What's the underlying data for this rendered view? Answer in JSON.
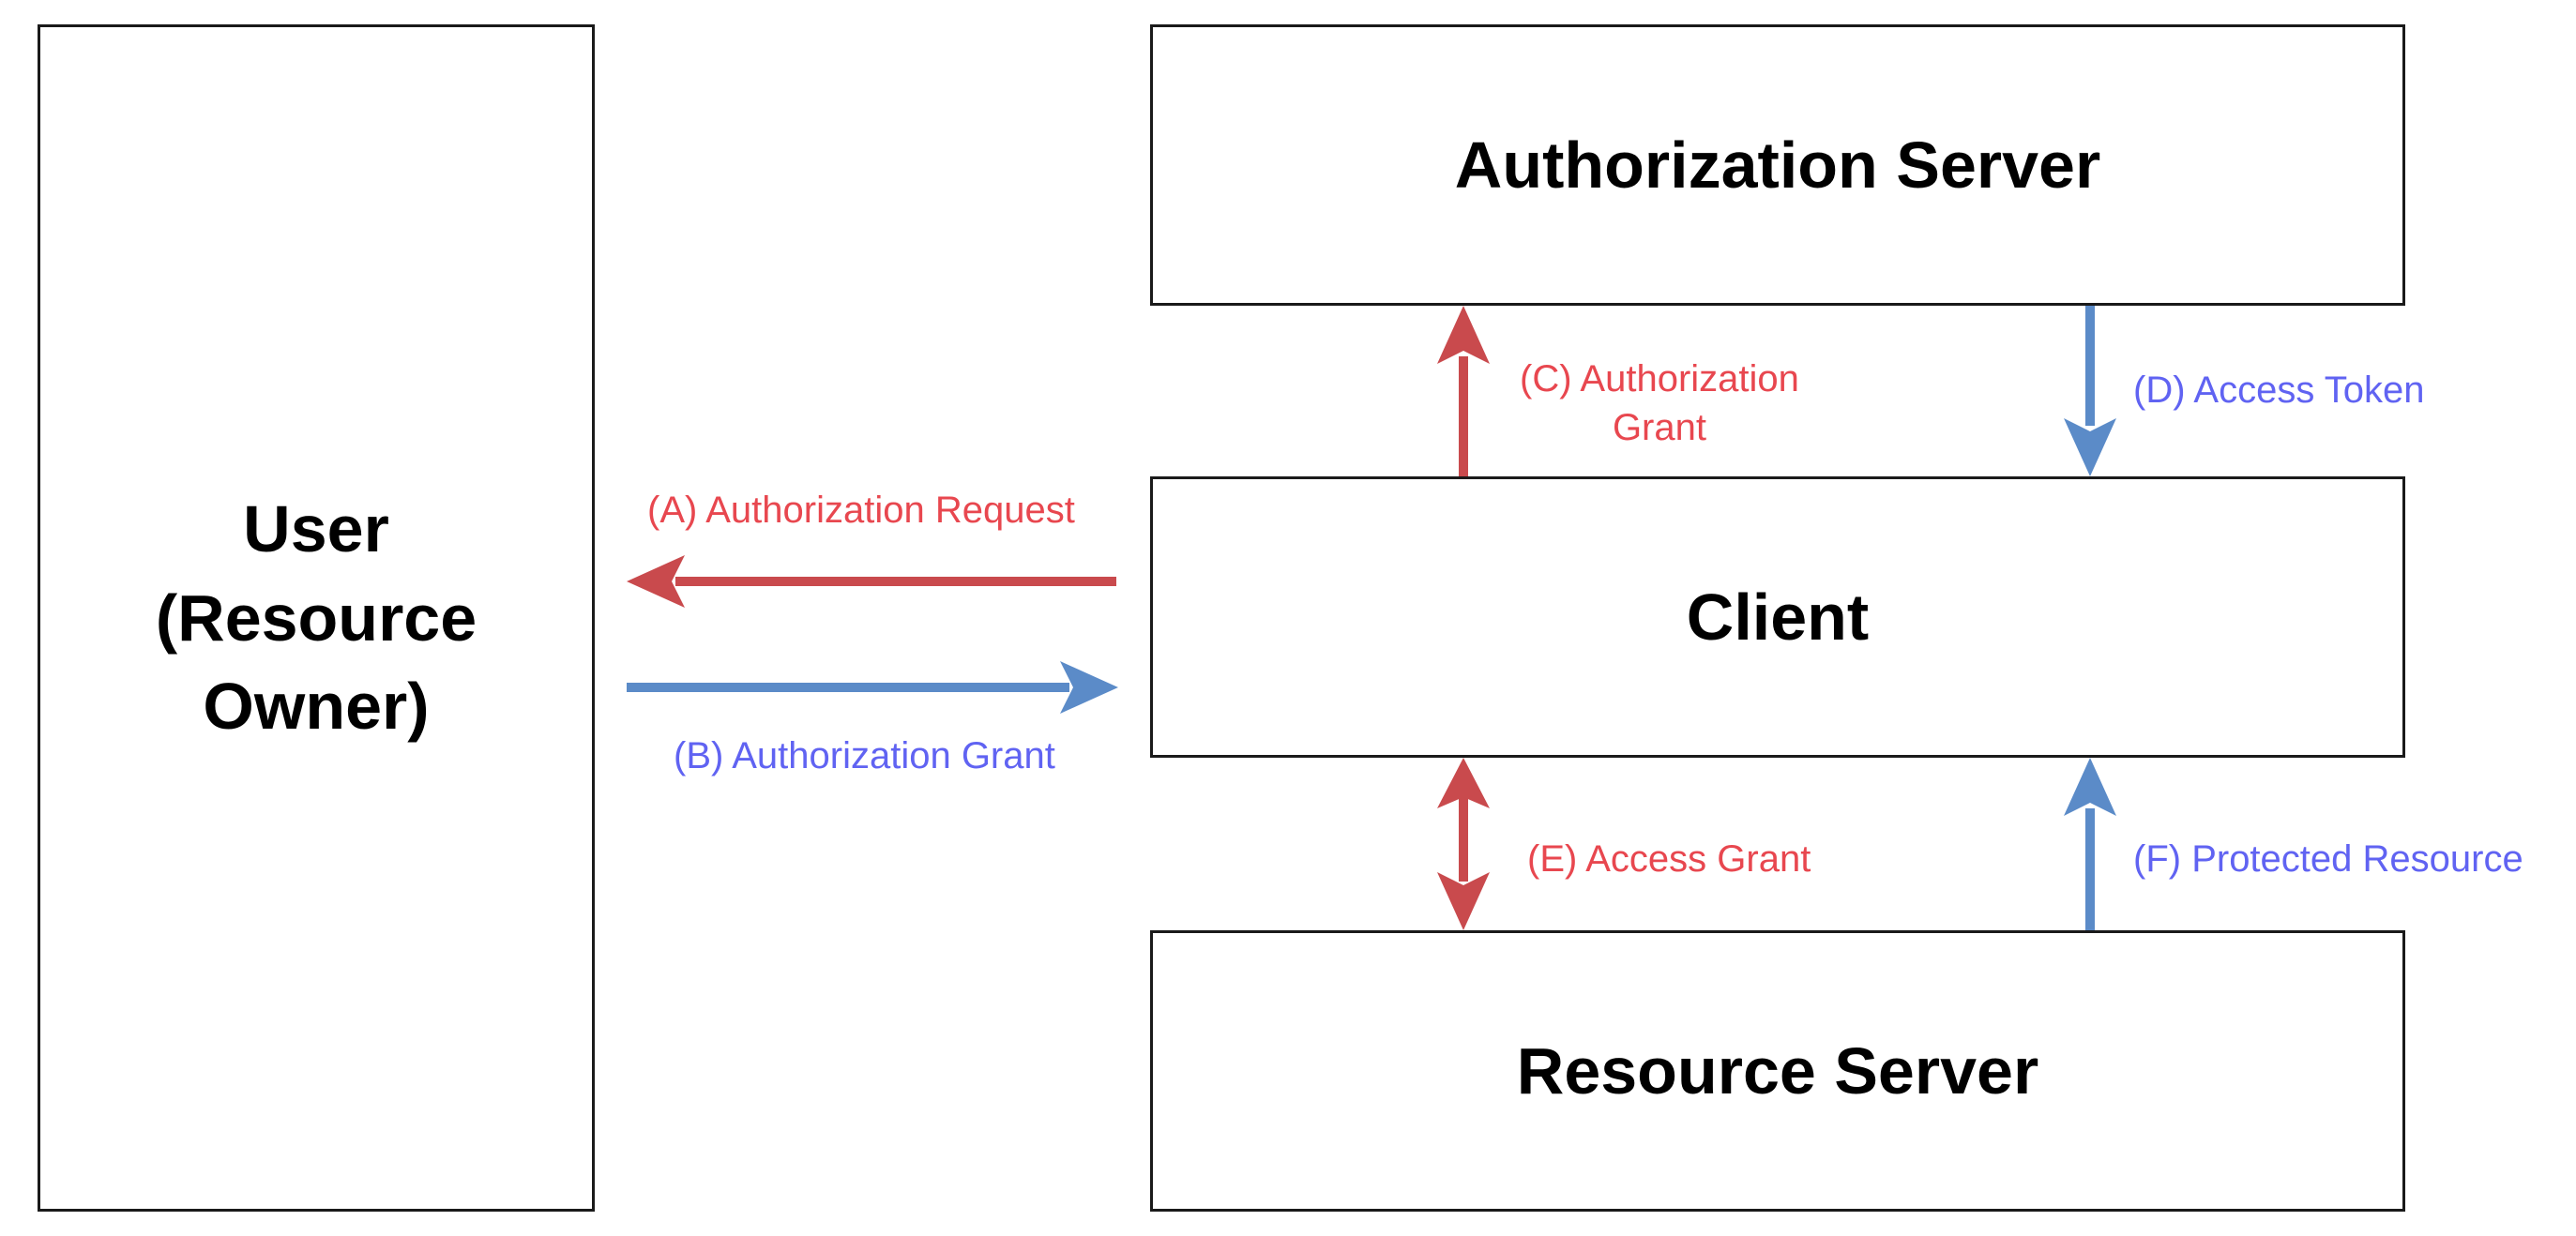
{
  "nodes": {
    "user": {
      "label": "User\n(Resource\nOwner)"
    },
    "authorization_server": {
      "label": "Authorization Server"
    },
    "client": {
      "label": "Client"
    },
    "resource_server": {
      "label": "Resource Server"
    }
  },
  "edges": {
    "a": {
      "label": "(A) Authorization Request",
      "from": "client",
      "to": "user",
      "color": "#c94a4d"
    },
    "b": {
      "label": "(B) Authorization Grant",
      "from": "user",
      "to": "client",
      "color": "#5b8bc8"
    },
    "c": {
      "label": "(C) Authorization\nGrant",
      "from": "client",
      "to": "authorization_server",
      "color": "#c94a4d"
    },
    "d": {
      "label": "(D) Access Token",
      "from": "authorization_server",
      "to": "client",
      "color": "#5b8bc8"
    },
    "e": {
      "label": "(E) Access Grant",
      "from": "client",
      "to": "resource_server",
      "color": "#c94a4d"
    },
    "f": {
      "label": "(F) Protected Resource",
      "from": "resource_server",
      "to": "client",
      "color": "#5b8bc8"
    }
  },
  "colors": {
    "request_arrow": "#c94a4d",
    "response_arrow": "#5b8bc8",
    "request_text": "#e8474f",
    "response_text": "#6063f2"
  }
}
